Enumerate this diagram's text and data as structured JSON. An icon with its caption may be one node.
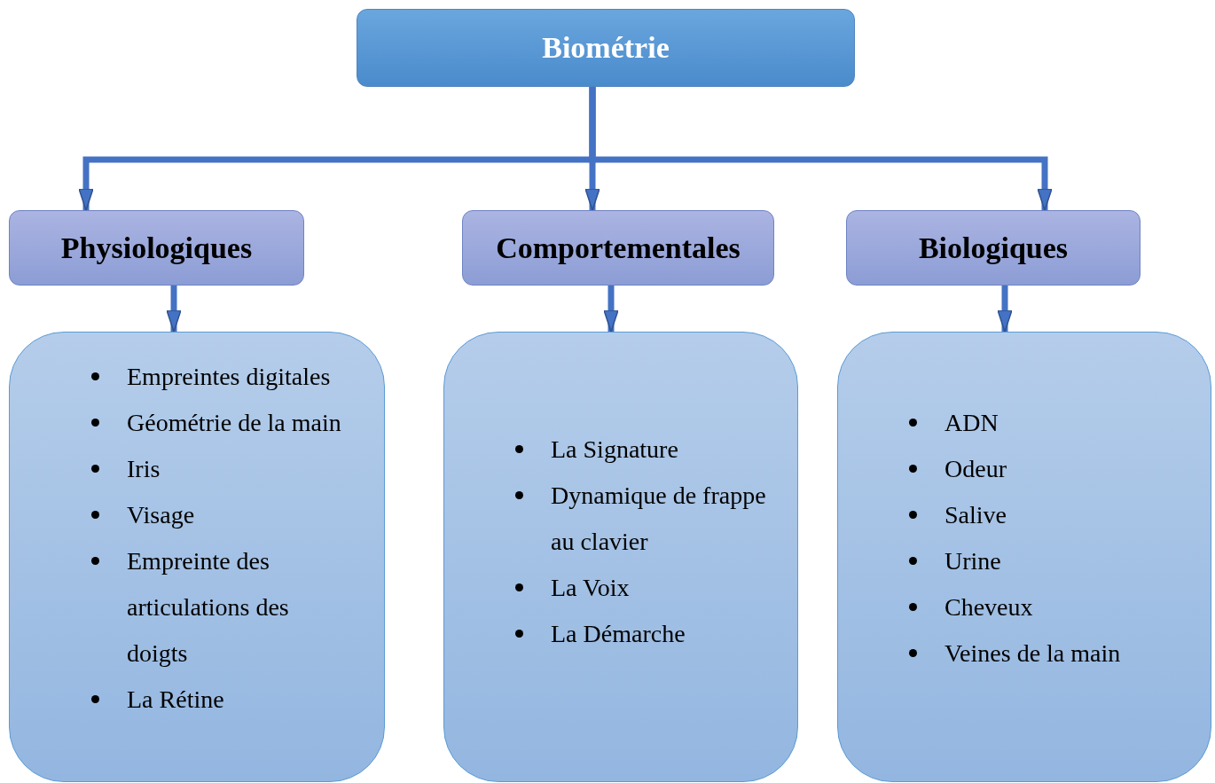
{
  "diagram": {
    "nodes": [
      {
        "text": [
          "Biométrie"
        ]
      },
      {
        "text": [
          "Physiologiques"
        ]
      },
      {
        "text": [
          "Comportementales"
        ]
      },
      {
        "text": [
          "Biologiques"
        ]
      },
      {
        "text": [
          "Empreintes digitales",
          "Géométrie de la main",
          "Iris",
          "Visage",
          "Empreinte des articulations des doigts",
          "La Rétine"
        ]
      },
      {
        "text": [
          "La Signature",
          "Dynamique de frappe au clavier",
          "La Voix",
          "La Démarche"
        ]
      },
      {
        "text": [
          "ADN",
          "Odeur",
          "Salive",
          "Urine",
          "Cheveux",
          "Veines de la main"
        ]
      }
    ],
    "edges": [
      {
        "from": 0,
        "to": 1,
        "arrow": "to"
      },
      {
        "from": 0,
        "to": 2,
        "arrow": "to"
      },
      {
        "from": 0,
        "to": 3,
        "arrow": "to"
      },
      {
        "from": 1,
        "to": 4,
        "arrow": "to"
      },
      {
        "from": 2,
        "to": 5,
        "arrow": "to"
      },
      {
        "from": 3,
        "to": 6,
        "arrow": "to"
      }
    ]
  }
}
